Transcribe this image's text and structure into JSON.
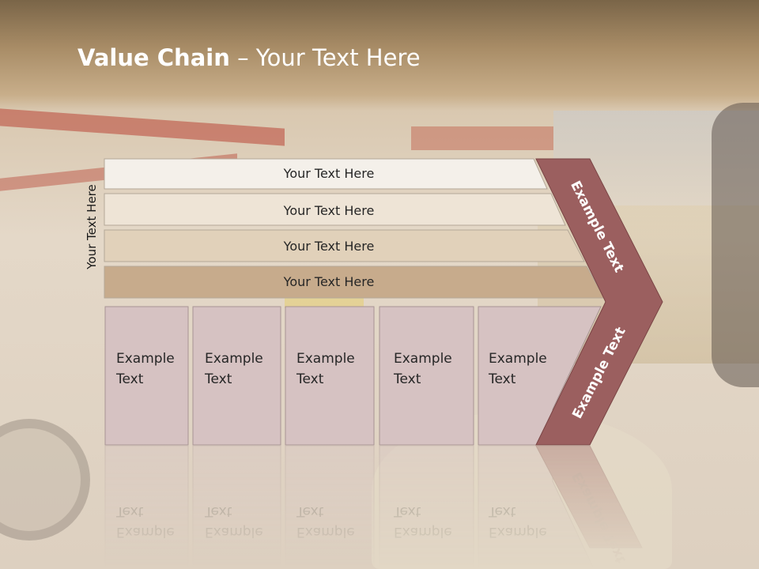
{
  "slide": {
    "title_bold": "Value Chain",
    "title_rest": " – Your Text Here",
    "side_label": "Your Text Here"
  },
  "bars": [
    {
      "label": "Your Text Here",
      "color": "#f4f0ea"
    },
    {
      "label": "Your Text Here",
      "color": "#eee4d6"
    },
    {
      "label": "Your Text Here",
      "color": "#e1d1ba"
    },
    {
      "label": "Your Text Here",
      "color": "#c7ab8c"
    }
  ],
  "boxes": [
    {
      "line1": "Example",
      "line2": "Text"
    },
    {
      "line1": "Example",
      "line2": "Text"
    },
    {
      "line1": "Example",
      "line2": "Text"
    },
    {
      "line1": "Example",
      "line2": "Text"
    },
    {
      "line1": "Example",
      "line2": "Text"
    }
  ],
  "chevron": {
    "upper_label": "Example Text",
    "lower_label": "Example Text",
    "color": "#9b5f5f"
  },
  "colors": {
    "box_fill": "#d6c2c2",
    "box_stroke": "#a89494",
    "bar_stroke": "#b4a898"
  }
}
